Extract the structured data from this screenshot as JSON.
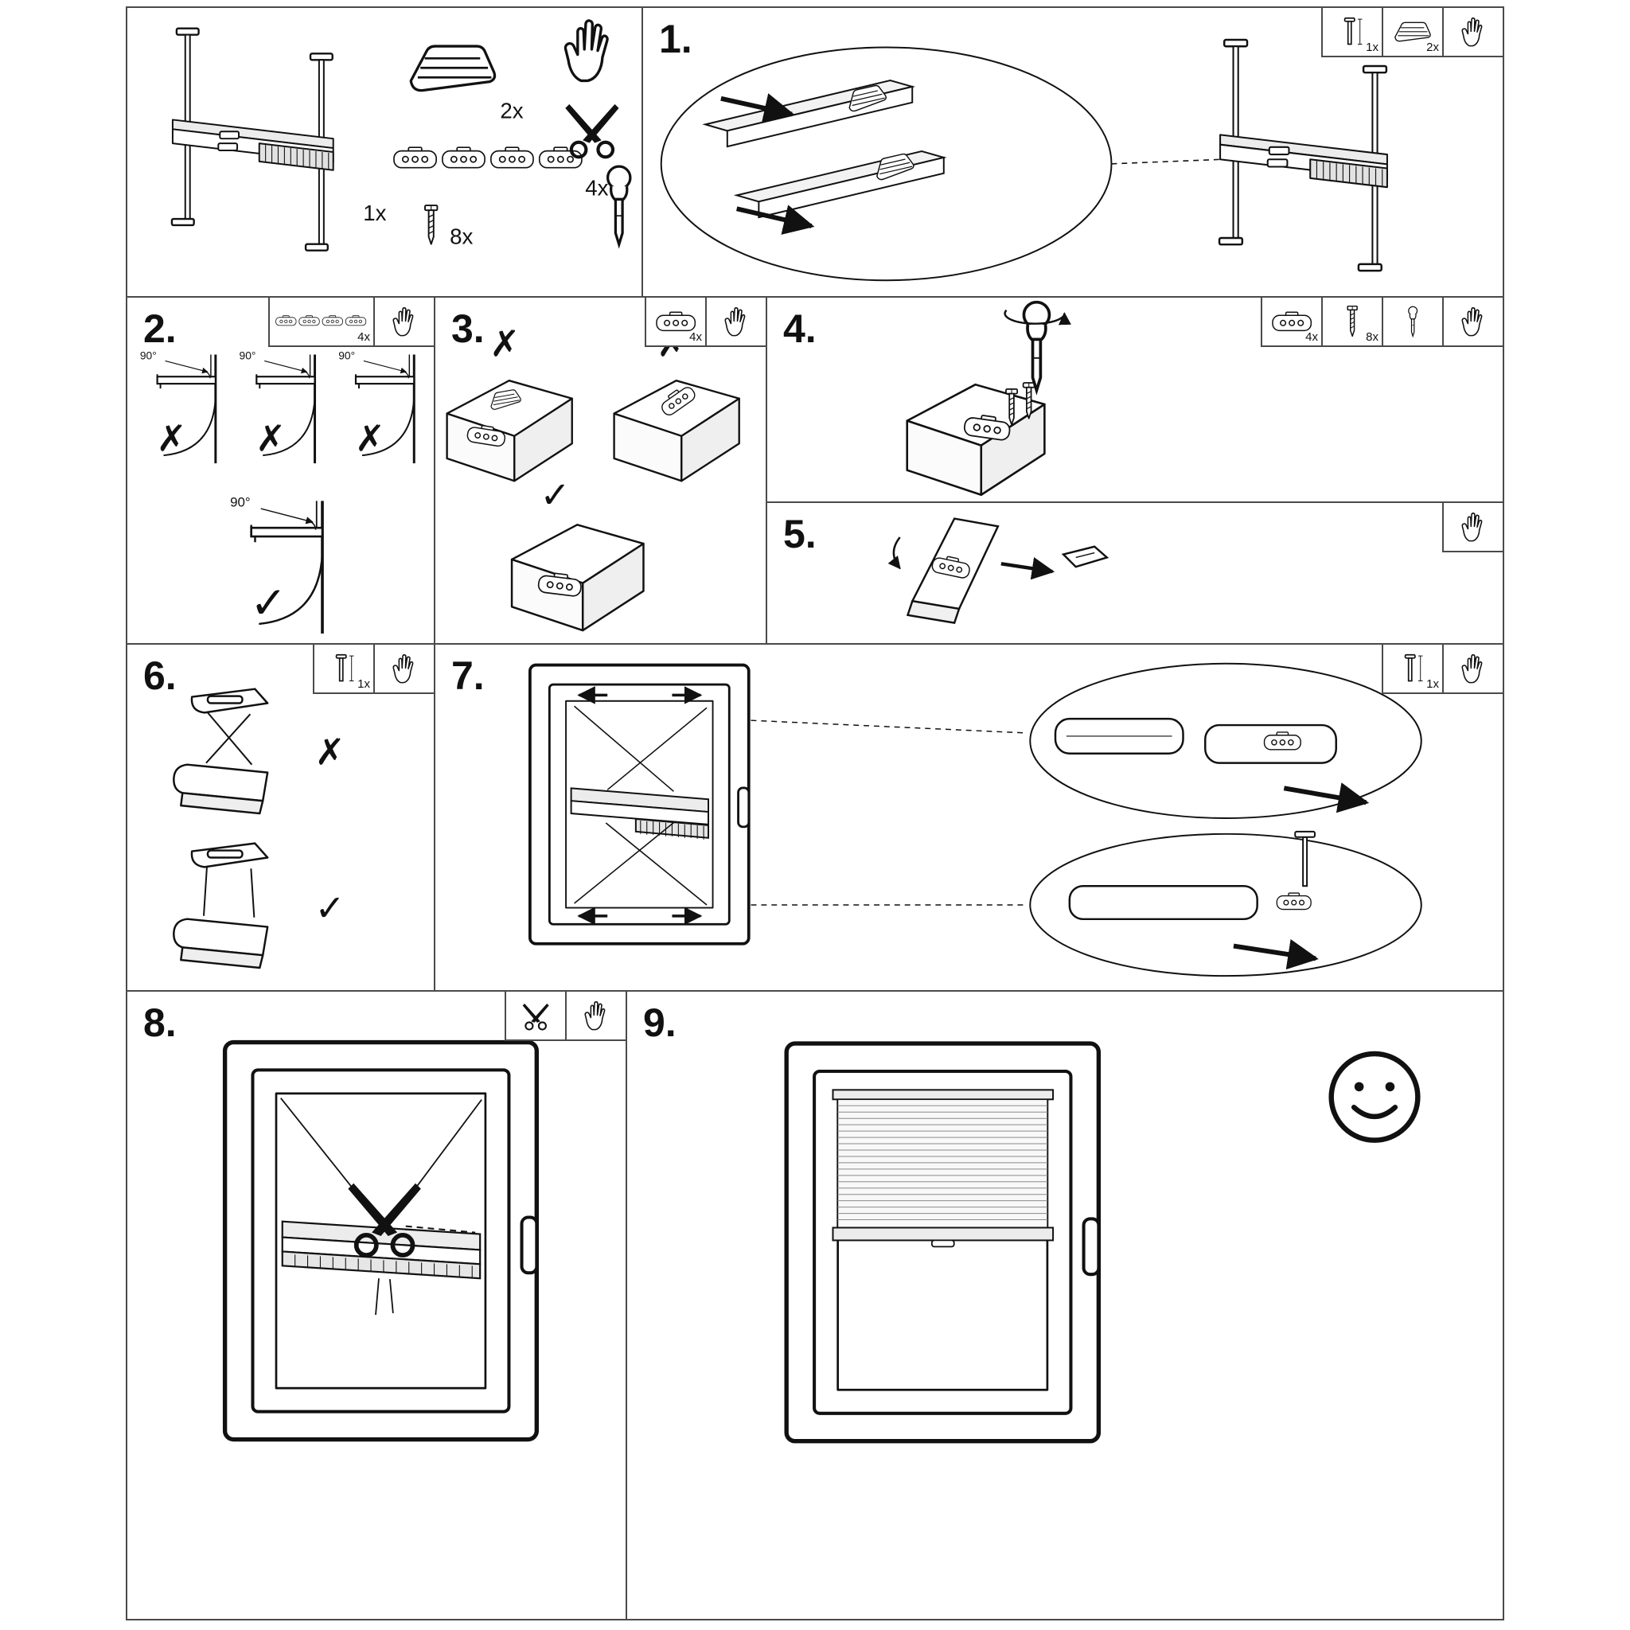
{
  "symbols": {
    "check": "✓",
    "cross": "✗",
    "angle": "90°"
  },
  "parts_panel": {
    "blind_qty": "1x",
    "glider_qty": "2x",
    "bracket_qty": "4x",
    "screw_qty": "8x"
  },
  "steps": [
    {
      "number": "1.",
      "icons": [
        {
          "name": "side-rail-icon",
          "qty": "1x"
        },
        {
          "name": "glider-icon",
          "qty": "2x"
        },
        {
          "name": "hand-icon"
        }
      ]
    },
    {
      "number": "2.",
      "icons": [
        {
          "name": "bracket-strip-icon",
          "qty": "4x"
        },
        {
          "name": "hand-icon"
        }
      ]
    },
    {
      "number": "3.",
      "icons": [
        {
          "name": "bracket-icon",
          "qty": "4x"
        },
        {
          "name": "hand-icon"
        }
      ]
    },
    {
      "number": "4.",
      "icons": [
        {
          "name": "bracket-icon",
          "qty": "4x"
        },
        {
          "name": "screw-icon",
          "qty": "8x"
        },
        {
          "name": "screwdriver-icon"
        },
        {
          "name": "hand-icon"
        }
      ]
    },
    {
      "number": "5.",
      "icons": [
        {
          "name": "hand-icon"
        }
      ]
    },
    {
      "number": "6.",
      "icons": [
        {
          "name": "side-rail-icon",
          "qty": "1x"
        },
        {
          "name": "hand-icon"
        }
      ]
    },
    {
      "number": "7.",
      "icons": [
        {
          "name": "side-rail-icon",
          "qty": "1x"
        },
        {
          "name": "hand-icon"
        }
      ]
    },
    {
      "number": "8.",
      "icons": [
        {
          "name": "scissors-icon"
        },
        {
          "name": "hand-icon"
        }
      ]
    },
    {
      "number": "9.",
      "icons": [],
      "result_icon": "smiley-icon"
    }
  ]
}
